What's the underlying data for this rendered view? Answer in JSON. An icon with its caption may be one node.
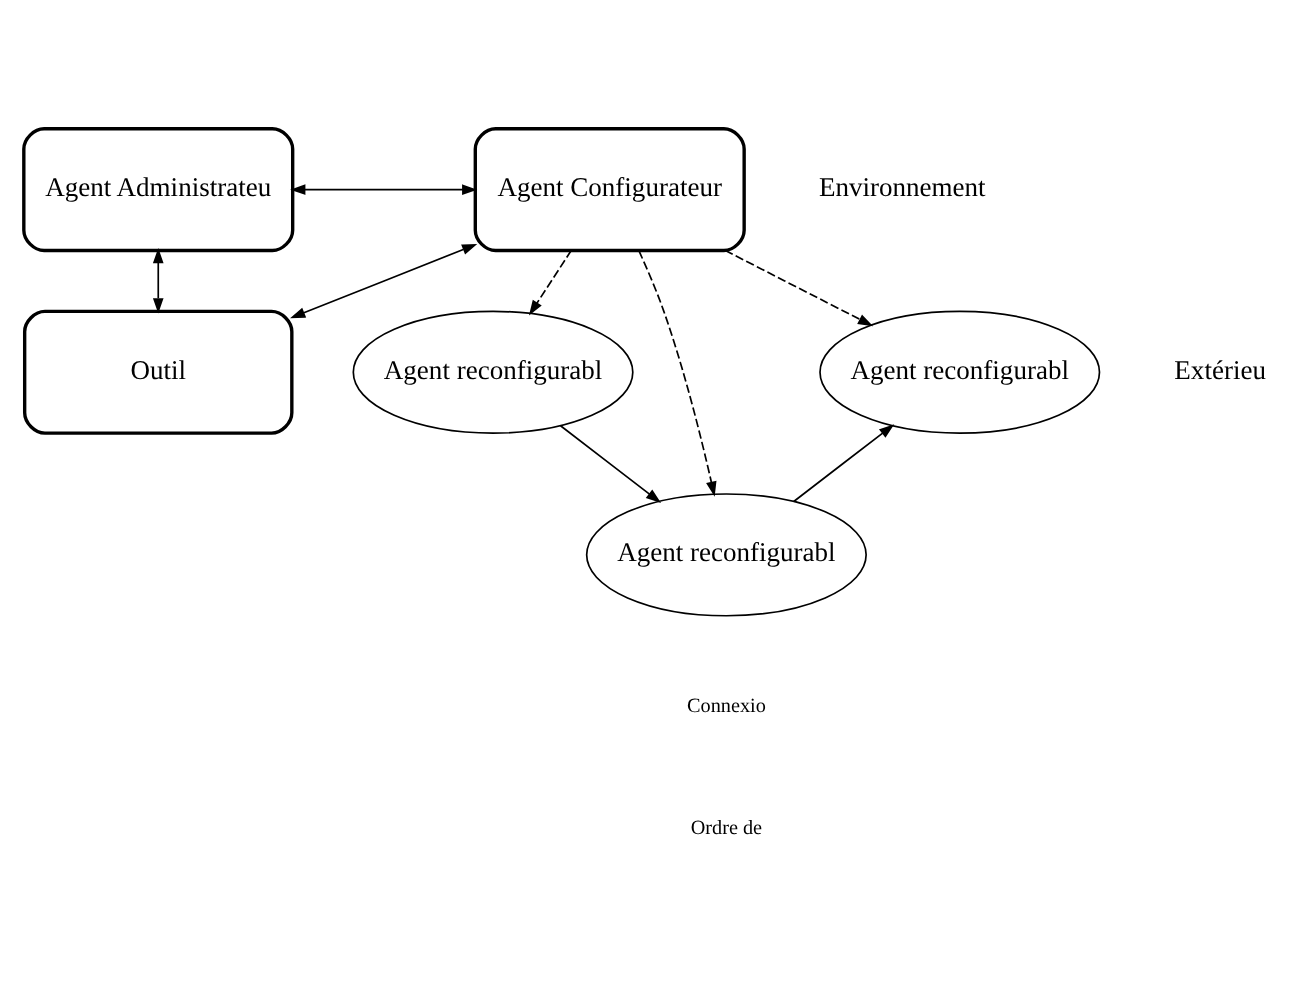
{
  "diagram": {
    "nodes": [
      {
        "text": [
          "Outil"
        ]
      },
      {
        "text": [
          "Agent Administrateu"
        ]
      },
      {
        "text": [
          "Agent Configurateur"
        ]
      },
      {
        "text": [
          "Agent reconfigurabl"
        ]
      },
      {
        "text": [
          "Agent reconfigurabl"
        ]
      },
      {
        "text": [
          "Agent reconfigurabl"
        ]
      }
    ],
    "edges": [
      {
        "from": 1,
        "to": 0,
        "arrow": "both"
      },
      {
        "from": 2,
        "to": 0,
        "arrow": "both"
      },
      {
        "from": 1,
        "to": 2,
        "arrow": "both"
      },
      {
        "from": 2,
        "to": 3,
        "arrow": "to",
        "style": "dashed"
      },
      {
        "from": 2,
        "to": 4,
        "arrow": "to",
        "style": "dashed"
      },
      {
        "from": 2,
        "to": 5,
        "arrow": "to",
        "style": "dashed"
      },
      {
        "from": 3,
        "to": 4,
        "arrow": "to"
      },
      {
        "from": 4,
        "to": 5,
        "arrow": "to"
      }
    ],
    "labels": [
      "Extérieu",
      "Environnement"
    ],
    "legend": [
      {
        "text": "Connexio"
      },
      {
        "text": "Ordre de"
      }
    ]
  }
}
